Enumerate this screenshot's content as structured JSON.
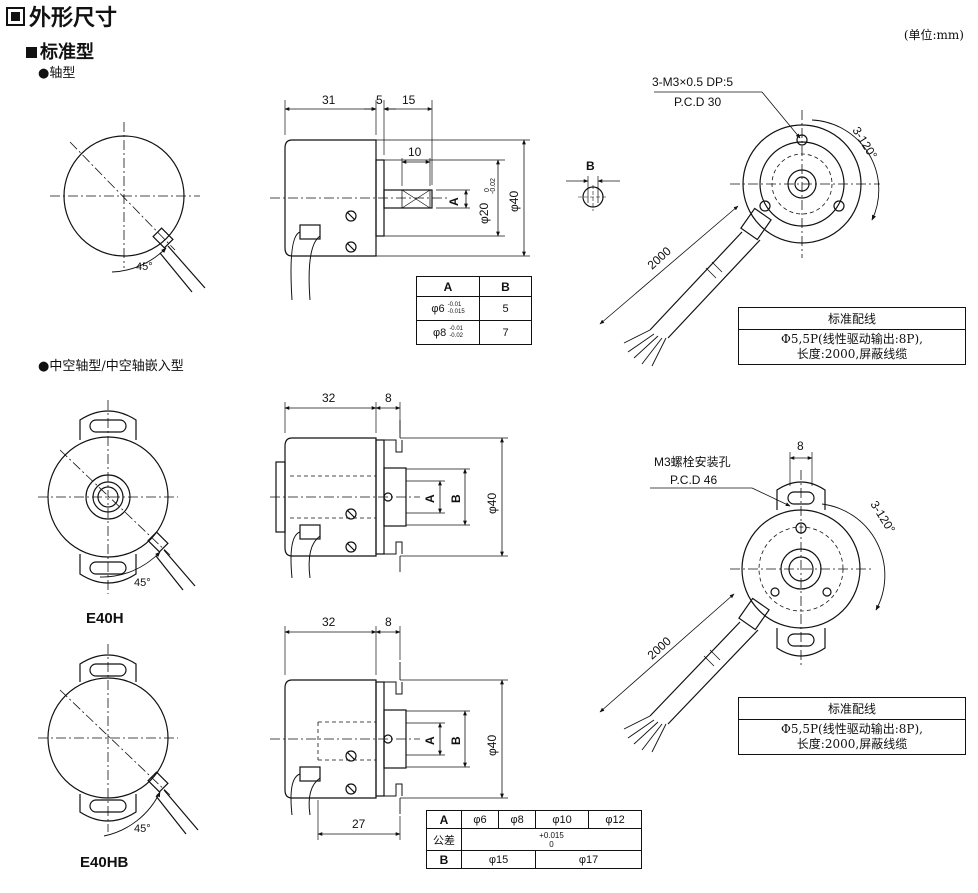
{
  "page": {
    "title": "外形尺寸",
    "unit": "(单位:mm)",
    "subtitle": "标准型",
    "sections": {
      "shaft": "●轴型",
      "hollow": "●中空轴型/中空轴嵌入型"
    },
    "models": {
      "hollow": "E40H",
      "hollow_blind": "E40HB"
    }
  },
  "dims": {
    "shaft_31": "31",
    "shaft_5": "5",
    "shaft_15": "15",
    "shaft_10": "10",
    "shaft_dia20": "φ20",
    "shaft_dia20_tol": "-0.02",
    "shaft_dia20_tol0": "0",
    "shaft_dia40": "φ40",
    "shaft_A": "A",
    "shaft_B": "B",
    "angle45": "45°",
    "h_32": "32",
    "h_8": "8",
    "h_A": "A",
    "h_B": "B",
    "h_dia40": "φ40",
    "hb_32": "32",
    "hb_8": "8",
    "hb_27": "27",
    "hb_A": "A",
    "hb_B": "B",
    "hb_dia40": "φ40",
    "cable_len": "2000",
    "r_3_120": "3-120°",
    "r_8": "8",
    "note_top_1": "3-M3×0.5 DP:5",
    "note_top_2": "P.C.D 30",
    "note_mid_1": "M3螺栓安装孔",
    "note_mid_2": "P.C.D 46"
  },
  "shaft_table": {
    "headers": [
      "A",
      "B"
    ],
    "rows": [
      {
        "a_main": "φ6",
        "a_tol_top": "-0.01",
        "a_tol_bot": "-0.015",
        "b": "5"
      },
      {
        "a_main": "φ8",
        "a_tol_top": "-0.01",
        "a_tol_bot": "-0.02",
        "b": "7"
      }
    ]
  },
  "hollow_table": {
    "row_a_label": "A",
    "row_a": [
      "φ6",
      "φ8",
      "φ10",
      "φ12"
    ],
    "row_tol_label": "公差",
    "tol_top": "+0.015",
    "tol_bot": "0",
    "row_b_label": "B",
    "row_b": [
      "φ15",
      "φ17"
    ]
  },
  "wiring": {
    "header": "标准配线",
    "line1": "Φ5,5P(线性驱动输出:8P),",
    "line2": "长度:2000,屏蔽线缆"
  }
}
